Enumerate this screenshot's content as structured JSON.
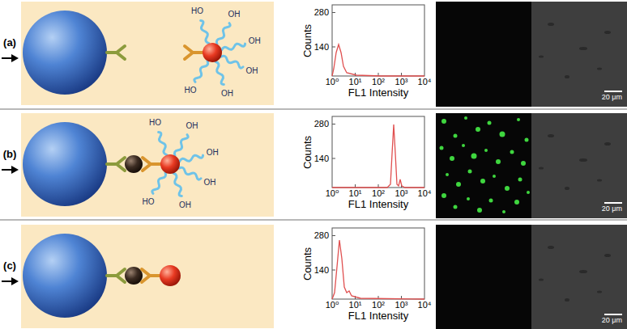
{
  "diagram": {
    "labels": [
      "(a)",
      "HO",
      "OH",
      "OH",
      "OH",
      "OH",
      "HO",
      "Counts",
      "280",
      "140",
      "10⁰",
      "10¹",
      "10²",
      "10³",
      "10⁴",
      "FL1 Intensity",
      "20 μm",
      "(b)",
      "HO",
      "OH",
      "OH",
      "OH",
      "OH",
      "HO",
      "Counts",
      "280",
      "140",
      "10⁰",
      "10¹",
      "10²",
      "10³",
      "10⁴",
      "FL1 Intensity",
      "20 μm",
      "(c)",
      "Counts",
      "280",
      "140",
      "10⁰",
      "10¹",
      "10²",
      "10³",
      "10⁴",
      "FL1 Intensity",
      "20 μm"
    ]
  }
}
